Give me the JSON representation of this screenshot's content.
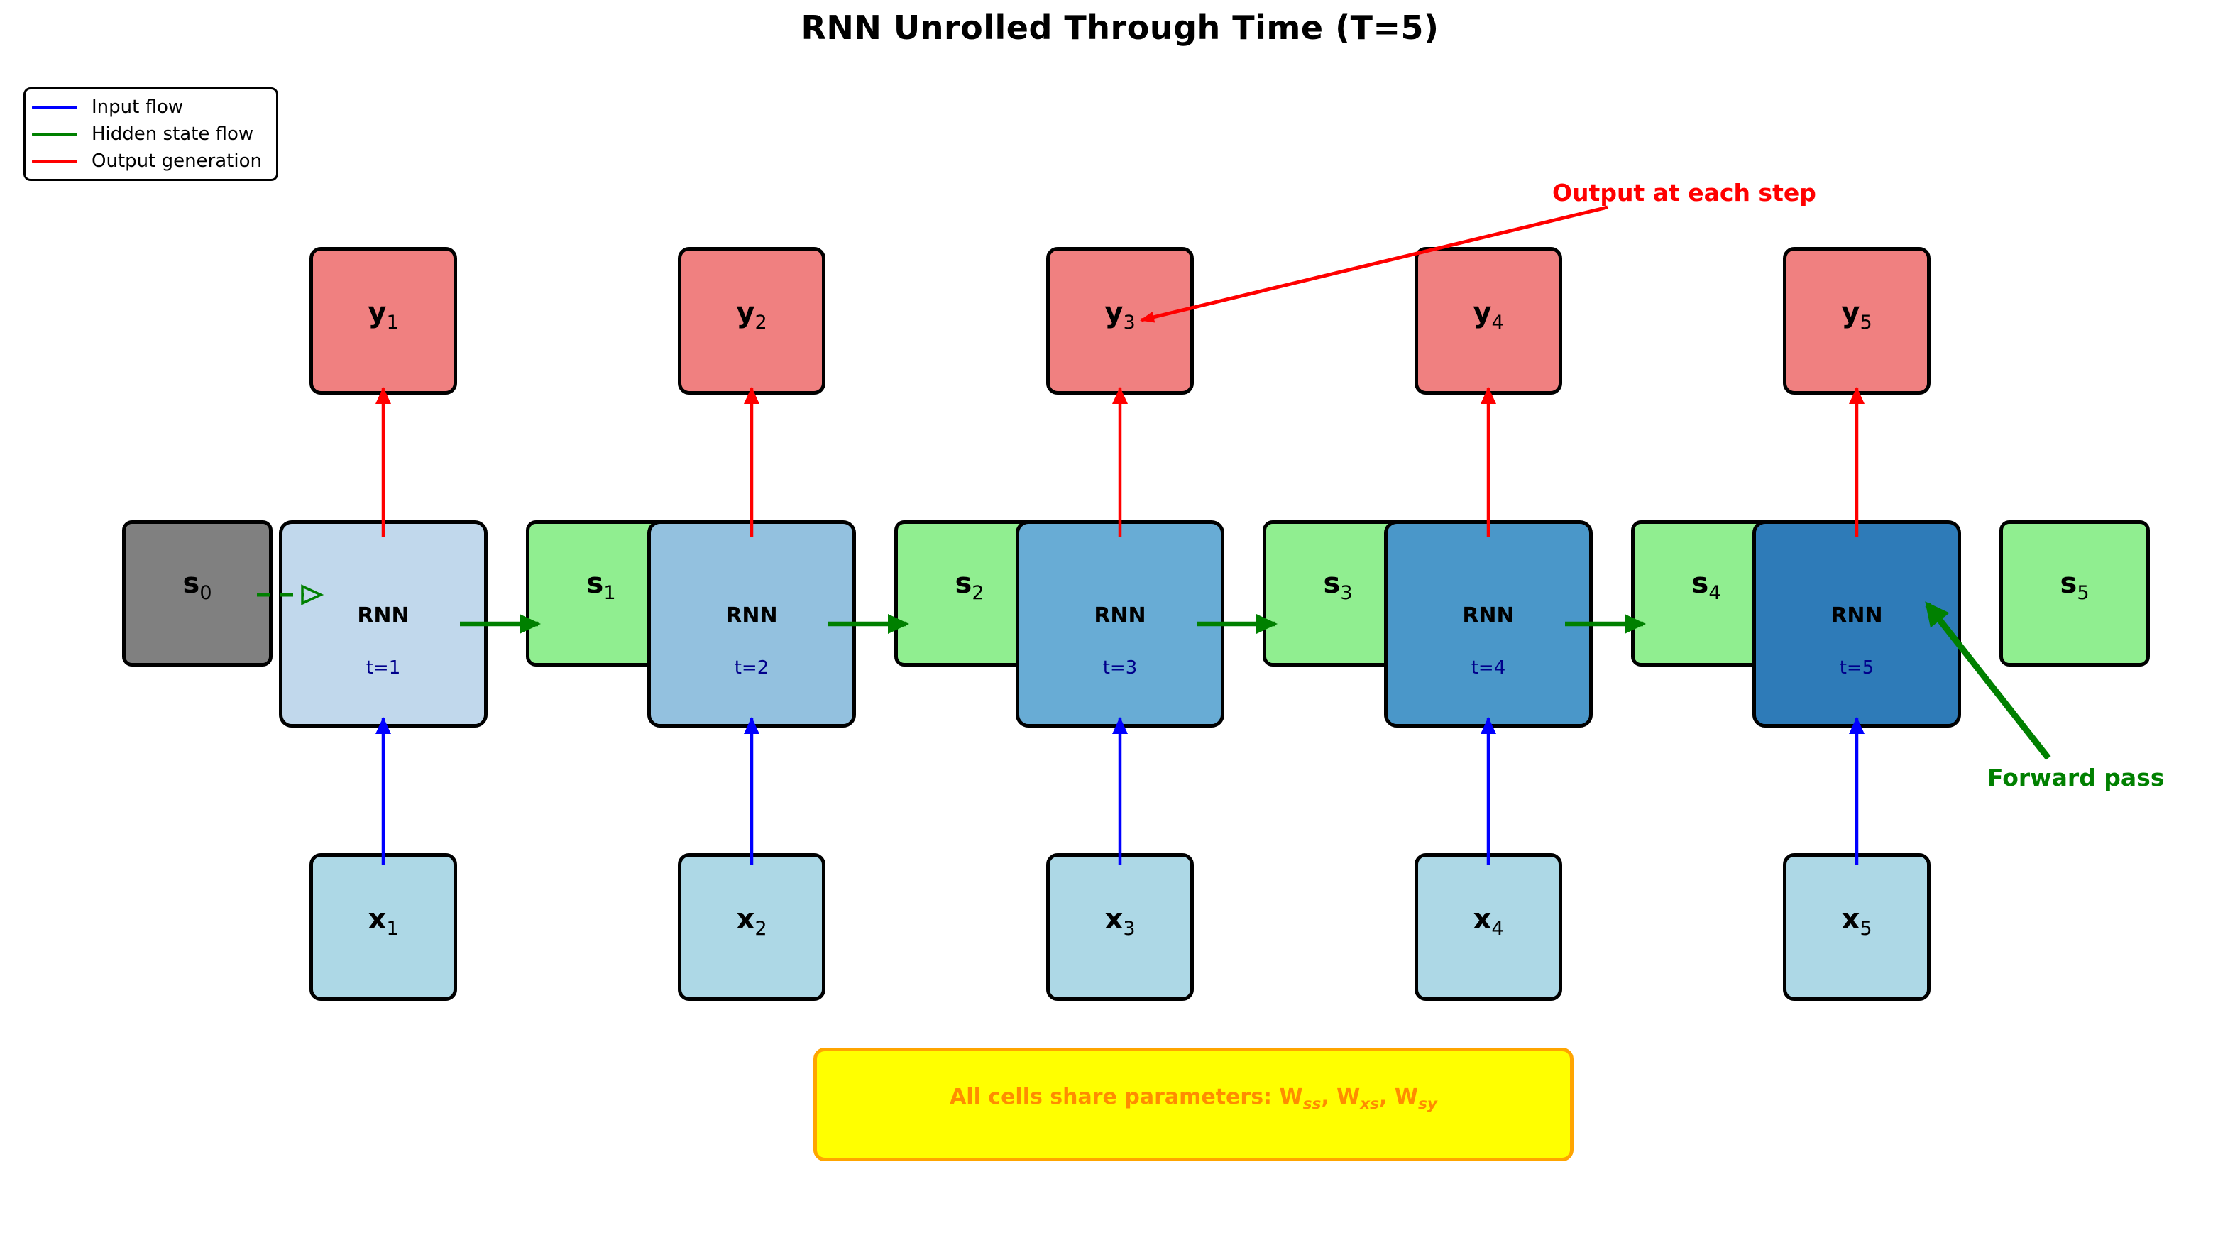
{
  "title": "RNN Unrolled Through Time (T=5)",
  "legend": {
    "items": [
      {
        "label": "Input flow",
        "color": "#0000ff"
      },
      {
        "label": "Hidden state flow",
        "color": "#008000"
      },
      {
        "label": "Output generation",
        "color": "#ff0000"
      }
    ]
  },
  "annotations": {
    "output_at_each_step": {
      "text": "Output at each step",
      "color": "#ff0000"
    },
    "forward_pass": {
      "text": "Forward pass",
      "color": "#008000"
    }
  },
  "outputs": [
    {
      "main": "y",
      "sub": "1",
      "color": "#f08080"
    },
    {
      "main": "y",
      "sub": "2",
      "color": "#f08080"
    },
    {
      "main": "y",
      "sub": "3",
      "color": "#f08080"
    },
    {
      "main": "y",
      "sub": "4",
      "color": "#f08080"
    },
    {
      "main": "y",
      "sub": "5",
      "color": "#f08080"
    }
  ],
  "inputs": [
    {
      "main": "x",
      "sub": "1",
      "color": "#add8e6"
    },
    {
      "main": "x",
      "sub": "2",
      "color": "#add8e6"
    },
    {
      "main": "x",
      "sub": "3",
      "color": "#add8e6"
    },
    {
      "main": "x",
      "sub": "4",
      "color": "#add8e6"
    },
    {
      "main": "x",
      "sub": "5",
      "color": "#add8e6"
    }
  ],
  "states": [
    {
      "main": "s",
      "sub": "0",
      "color": "#808080"
    },
    {
      "main": "s",
      "sub": "1",
      "color": "#90ee90"
    },
    {
      "main": "s",
      "sub": "2",
      "color": "#90ee90"
    },
    {
      "main": "s",
      "sub": "3",
      "color": "#90ee90"
    },
    {
      "main": "s",
      "sub": "4",
      "color": "#90ee90"
    },
    {
      "main": "s",
      "sub": "5",
      "color": "#90ee90"
    }
  ],
  "cells": [
    {
      "label": "RNN",
      "t": "t=1",
      "color": "#c1d8ec"
    },
    {
      "label": "RNN",
      "t": "t=2",
      "color": "#93c1df"
    },
    {
      "label": "RNN",
      "t": "t=3",
      "color": "#68acd5"
    },
    {
      "label": "RNN",
      "t": "t=4",
      "color": "#4a97c9"
    },
    {
      "label": "RNN",
      "t": "t=5",
      "color": "#2e7bb8"
    }
  ],
  "note": {
    "r0": "All cells share parameters: W",
    "r1": "ss",
    "r2": ", W",
    "r3": "xs",
    "r4": ", W",
    "r5": "sy",
    "bg": "#ffff00",
    "border_color": "#ffa500",
    "text_color": "#ff8c00"
  }
}
